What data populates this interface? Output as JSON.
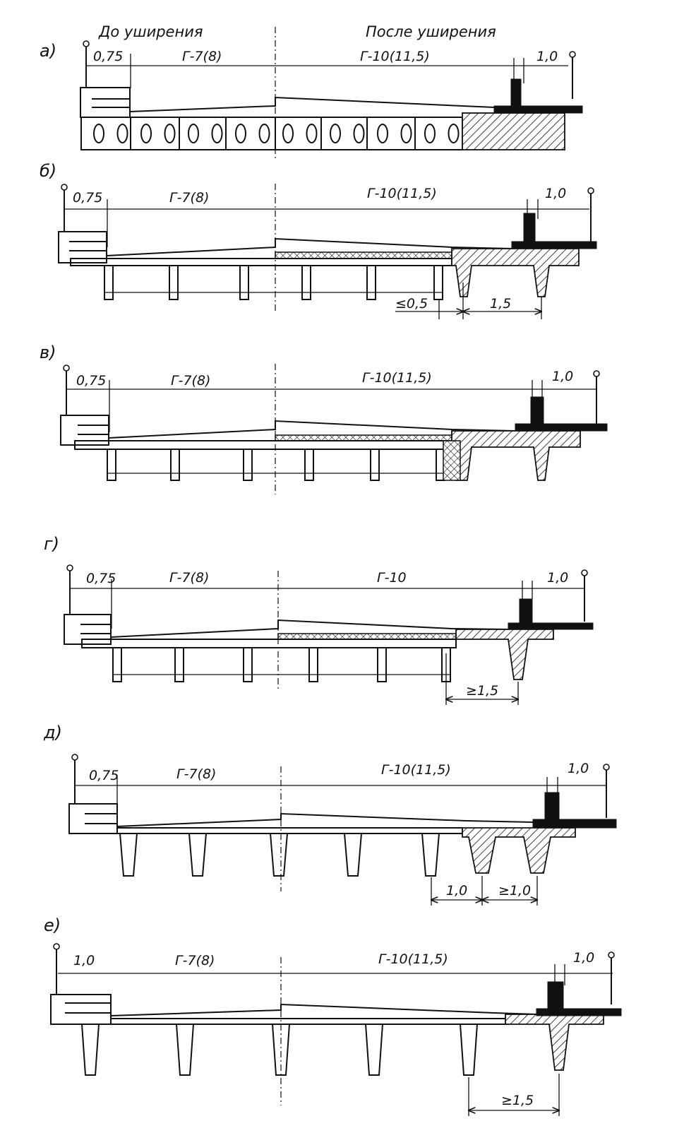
{
  "header": {
    "before": "До уширения",
    "after": "После уширения"
  },
  "panels": [
    {
      "id": "a",
      "label": "а)",
      "left_sidewalk": "0,75",
      "old_width": "Г-7(8)",
      "new_width": "Г-10(11,5)",
      "right_sidewalk": "1,0",
      "extra_dims": []
    },
    {
      "id": "b",
      "label": "б)",
      "left_sidewalk": "0,75",
      "old_width": "Г-7(8)",
      "new_width": "Г-10(11,5)",
      "right_sidewalk": "1,0",
      "extra_dims": [
        "≤0,5",
        "1,5"
      ]
    },
    {
      "id": "v",
      "label": "в)",
      "left_sidewalk": "0,75",
      "old_width": "Г-7(8)",
      "new_width": "Г-10(11,5)",
      "right_sidewalk": "1,0",
      "extra_dims": []
    },
    {
      "id": "g",
      "label": "г)",
      "left_sidewalk": "0,75",
      "old_width": "Г-7(8)",
      "new_width": "Г-10",
      "right_sidewalk": "1,0",
      "extra_dims": [
        "≥1,5"
      ]
    },
    {
      "id": "d",
      "label": "д)",
      "left_sidewalk": "0,75",
      "old_width": "Г-7(8)",
      "new_width": "Г-10(11,5)",
      "right_sidewalk": "1,0",
      "extra_dims": [
        "1,0",
        "≥1,0"
      ]
    },
    {
      "id": "e",
      "label": "е)",
      "left_sidewalk": "1,0",
      "old_width": "Г-7(8)",
      "new_width": "Г-10(11,5)",
      "right_sidewalk": "1,0",
      "extra_dims": [
        "≥1,5"
      ]
    }
  ]
}
